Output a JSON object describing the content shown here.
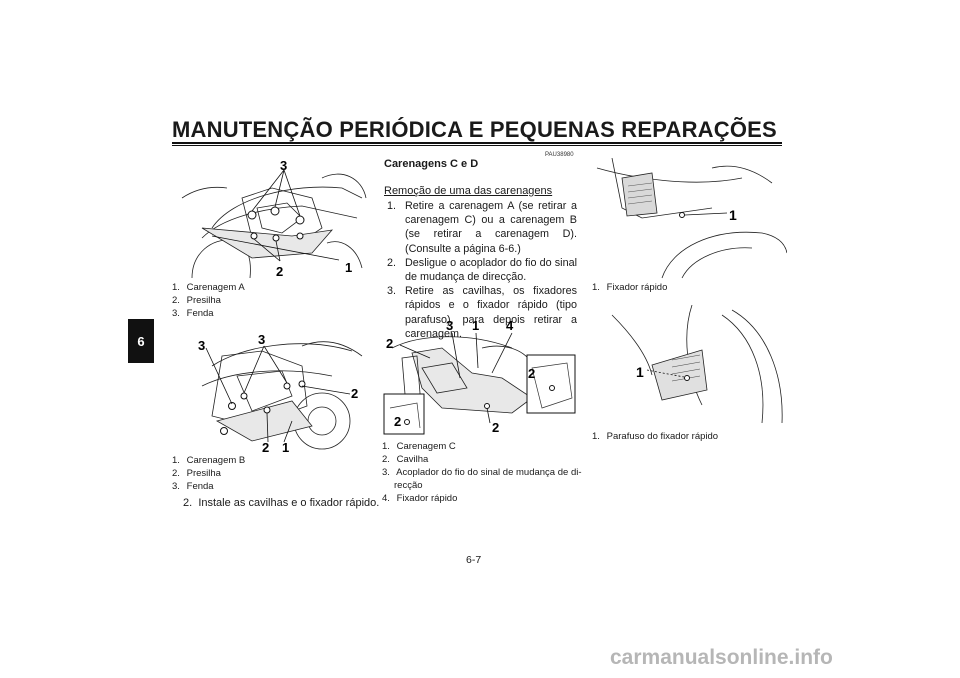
{
  "header": {
    "title": "MANUTENÇÃO PERIÓDICA E PEQUENAS REPARAÇÕES"
  },
  "chapter_tab": "6",
  "figure1": {
    "callouts": [
      "3",
      "2",
      "1"
    ],
    "captions": [
      {
        "num": "1.",
        "text": "Carenagem A"
      },
      {
        "num": "2.",
        "text": "Presilha"
      },
      {
        "num": "3.",
        "text": "Fenda"
      }
    ]
  },
  "figure2": {
    "callouts": [
      "3",
      "3",
      "2",
      "2",
      "1"
    ],
    "captions": [
      {
        "num": "1.",
        "text": "Carenagem B"
      },
      {
        "num": "2.",
        "text": "Presilha"
      },
      {
        "num": "3.",
        "text": "Fenda"
      }
    ]
  },
  "left_step": {
    "num": "2.",
    "text": "Instale as cavilhas e o fixador rápido."
  },
  "middle": {
    "code": "PAU38980",
    "heading": "Carenagens C e D",
    "subheading": "Remoção de uma das carenagens",
    "steps": [
      {
        "num": "1.",
        "text": "Retire a carenagem A (se retirar a carenagem C) ou a carenagem B (se retirar a carenagem D). (Consulte a página 6-6.)"
      },
      {
        "num": "2.",
        "text": "Desligue o acoplador do fio do sinal de mudança de direcção."
      },
      {
        "num": "3.",
        "text": "Retire as cavilhas, os fixadores rápidos e o fixador rápido (tipo parafuso), para depois retirar a carenagem."
      }
    ]
  },
  "figure3": {
    "callouts": [
      "3",
      "1",
      "4",
      "2",
      "2",
      "2",
      "2"
    ],
    "captions": [
      {
        "num": "1.",
        "text": "Carenagem C"
      },
      {
        "num": "2.",
        "text": "Cavilha"
      },
      {
        "num": "3.",
        "text": "Acoplador do fio do sinal de mudança de di-"
      },
      {
        "num": "",
        "text": "recção"
      },
      {
        "num": "4.",
        "text": "Fixador rápido"
      }
    ]
  },
  "figure4": {
    "callouts": [
      "1"
    ],
    "captions": [
      {
        "num": "1.",
        "text": "Fixador rápido"
      }
    ]
  },
  "figure5": {
    "callouts": [
      "1"
    ],
    "captions": [
      {
        "num": "1.",
        "text": "Parafuso do fixador rápido"
      }
    ]
  },
  "page_number": "6-7",
  "footer_watermark": "carmanualsonline.info"
}
